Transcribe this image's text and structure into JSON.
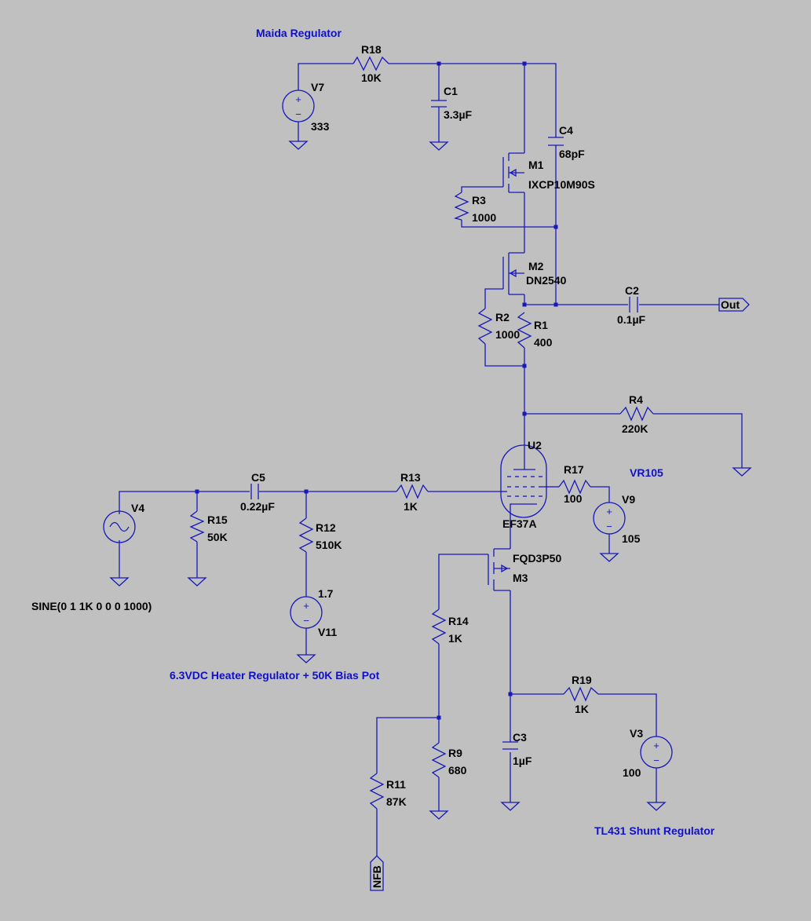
{
  "colors": {
    "background": "#c0c0c0",
    "wire": "#1818b8",
    "label": "#000000",
    "comment": "#1010c8"
  },
  "comments": {
    "maida": "Maida Regulator",
    "vr105": "VR105",
    "heater": "6.3VDC Heater Regulator + 50K Bias Pot",
    "tl431": "TL431 Shunt Regulator"
  },
  "components": {
    "R18": {
      "name": "R18",
      "value": "10K"
    },
    "V7": {
      "name": "V7",
      "value": "333"
    },
    "C1": {
      "name": "C1",
      "value": "3.3µF"
    },
    "C4": {
      "name": "C4",
      "value": "68pF"
    },
    "M1": {
      "name": "M1",
      "value": "IXCP10M90S"
    },
    "R3": {
      "name": "R3",
      "value": "1000"
    },
    "M2": {
      "name": "M2",
      "value": "DN2540"
    },
    "C2": {
      "name": "C2",
      "value": "0.1µF"
    },
    "R2": {
      "name": "R2",
      "value": "1000"
    },
    "R1": {
      "name": "R1",
      "value": "400"
    },
    "R4": {
      "name": "R4",
      "value": "220K"
    },
    "U2": {
      "name": "U2",
      "value": "EF37A"
    },
    "R17": {
      "name": "R17",
      "value": "100"
    },
    "V9": {
      "name": "V9",
      "value": "105"
    },
    "V4": {
      "name": "V4",
      "value": "SINE(0 1 1K 0 0 0 1000)"
    },
    "R15": {
      "name": "R15",
      "value": "50K"
    },
    "C5": {
      "name": "C5",
      "value": "0.22µF"
    },
    "R12": {
      "name": "R12",
      "value": "510K"
    },
    "R13": {
      "name": "R13",
      "value": "1K"
    },
    "V11": {
      "name": "V11",
      "value": "1.7"
    },
    "M3": {
      "name": "M3",
      "value": "FQD3P50"
    },
    "R14": {
      "name": "R14",
      "value": "1K"
    },
    "R19": {
      "name": "R19",
      "value": "1K"
    },
    "C3": {
      "name": "C3",
      "value": "1µF"
    },
    "V3": {
      "name": "V3",
      "value": "100"
    },
    "R9": {
      "name": "R9",
      "value": "680"
    },
    "R11": {
      "name": "R11",
      "value": "87K"
    }
  },
  "ports": {
    "out": "Out",
    "nfb": "NFB"
  }
}
